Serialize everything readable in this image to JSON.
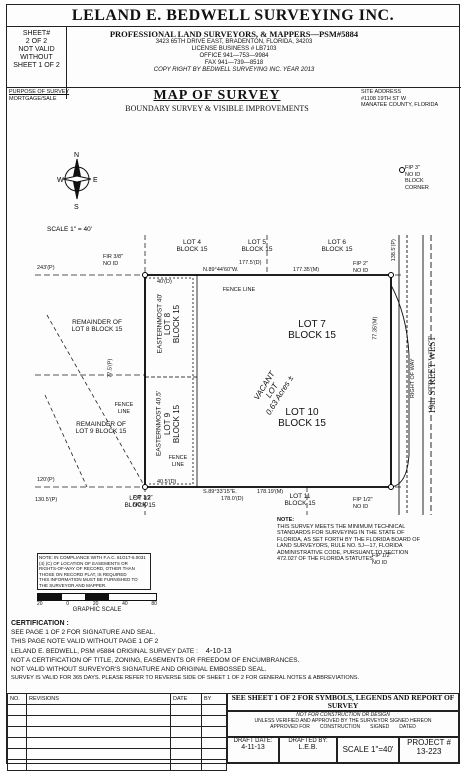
{
  "company": "LELAND E. BEDWELL SURVEYING INC.",
  "sheet_info": [
    "SHEET#",
    "2 OF 2",
    "NOT VALID",
    "WITHOUT",
    "SHEET 1 OF 2"
  ],
  "header": {
    "professional": "PROFESSIONAL LAND SURVEYORS, & MAPPERS—PSM#5884",
    "address": "3423 65TH DRIVE EAST, BRADENTON, FLORIDA, 34203",
    "license": "LICENSE BUSINESS # LB7103",
    "office": "OFFICE  941—753—9984",
    "fax": "FAX  941—739—8518",
    "copyright": "COPY RIGHT BY BEDWELL SURVEYING INC. YEAR 2013"
  },
  "purpose": [
    "PURPOSE OF SURVEY",
    "MORTGAGE/SALE"
  ],
  "title": "MAP OF SURVEY",
  "subtitle": "BOUNDARY SURVEY & VISIBLE IMPROVEMENTS",
  "site": [
    "SITE ADDRESS",
    "#1108 19TH ST W",
    "MANATEE COUNTY, FLORIDA"
  ],
  "compass": {
    "n": "N",
    "s": "S",
    "e": "E",
    "w": "W"
  },
  "scale_text": "SCALE  1\" = 40'",
  "map": {
    "lots": [
      {
        "key": "lot4",
        "l1": "LOT 4",
        "l2": "BLOCK 15"
      },
      {
        "key": "lot5",
        "l1": "LOT 5",
        "l2": "BLOCK 15"
      },
      {
        "key": "lot6",
        "l1": "LOT 6",
        "l2": "BLOCK 15"
      },
      {
        "key": "lot7",
        "l1": "LOT 7",
        "l2": "BLOCK 15"
      },
      {
        "key": "lot10",
        "l1": "LOT 10",
        "l2": "BLOCK 15"
      },
      {
        "key": "lot11",
        "l1": "LOT 11",
        "l2": "BLOCK 15"
      },
      {
        "key": "lot12",
        "l1": "LOT 12",
        "l2": "BLOCK 15"
      },
      {
        "key": "rem8",
        "l1": "REMAINDER OF",
        "l2": "LOT 8 BLOCK 15"
      },
      {
        "key": "rem9",
        "l1": "REMAINDER OF",
        "l2": "LOT 9 BLOCK 15"
      }
    ],
    "vacant": [
      "VACANT",
      "LOT",
      "0.63 Acres ±"
    ],
    "east_lot8": "EASTERNMOST 40'",
    "lot8": [
      "LOT 8",
      "BLOCK 15"
    ],
    "east_lot9": "EASTERNMOST 40.5'",
    "lot9": [
      "LOT 9",
      "BLOCK 15"
    ],
    "street": "19th STREET WEST",
    "row": "RIGHT OF WAY",
    "bearing_top": "N.89°44'60\"W.",
    "dist_top": "177.5'(D)",
    "dist_top_m": "177.35'(M)",
    "bearing_bottom": "S.89°33'15\"E.",
    "dist_bottom": "178.19'(M)",
    "dist_bottom_d": "178.0'(D)",
    "fence_line": "FENCE LINE",
    "fir_38": "FIR 3/8\"",
    "no_id": "NO ID",
    "fip_2": "FIP 2\"",
    "fip_12": "FIP 1/2\"",
    "dist_243": "243'(P)",
    "dist_120": "120'(P)",
    "dist_1305": "130.5'(P)",
    "dist_40": "40'(D)",
    "dist_405": "40.5'(D)",
    "dist_775": "77.5'(P)",
    "dist_7735": "77.35'(M)",
    "dist_1385": "138.5'(P)",
    "block_corner": [
      "FIP 3\"",
      "NO ID",
      "BLOCK",
      "CORNER"
    ],
    "recorded": [
      "NOTE:",
      "THIS SURVEY MEETS THE MINIMUM TECHNICAL",
      "STANDARDS FOR SURVEYING IN THE STATE OF",
      "FLORIDA, AS SET FORTH BY THE FLORIDA BOARD OF",
      "LAND SURVEYORS, RULE NO. 5J—17, FLORIDA",
      "ADMINISTRATIVE CODE, PURSUANT TO SECTION",
      "472.027 OF THE FLORIDA STATUTES."
    ]
  },
  "compliance": [
    "NOTE: IN COMPLIANCE WITH F.A.C. 61G17-6.0031",
    "(4) (C) OF LOCATION OF EASEMENTS OR",
    "RIGHTS-OF-WAY OF RECORD, OTHER THAN",
    "THOSE ON RECORD PLAT, IS REQUIRED",
    "THIS INFORMATION MUST BE FURNISHED TO",
    "THE SURVEYOR AND MAPPER."
  ],
  "graphic_scale": {
    "label": "GRAPHIC SCALE",
    "ticks": [
      "20",
      "0",
      "20",
      "40",
      "80"
    ]
  },
  "certification": {
    "heading": "CERTIFICATION :",
    "l1": "SEE PAGE 1 OF 2 FOR SIGNATURE AND SEAL.",
    "l2": "THIS PAGE NOTE VALID WITHOUT PAGE 1 OF 2",
    "signer": "LELAND E. BEDWELL, PSM #5884   ORIGINAL SURVEY DATE :",
    "survey_date": "4-10-13",
    "n1": "NOT A CERTIFICATION OF TITLE, ZONING, EASEMENTS OR FREEDOM OF ENCUMBRANCES.",
    "n2": "NOT VALID WITHOUT SURVEYOR'S SIGNATURE AND ORIGINAL EMBOSSED SEAL.",
    "n3": "SURVEY IS VALID FOR 365 DAYS. PLEASE REFER TO REVERSE SIDE OF SHEET 1 OF 2 FOR GENERAL NOTES & ABBREVIATIONS."
  },
  "revisions": {
    "num": "NO.",
    "rev": "REVISIONS",
    "date": "DATE",
    "by": "BY"
  },
  "see_sheet": "SEE SHEET 1 OF 2 FOR SYMBOLS, LEGENDS AND REPORT OF SURVEY",
  "construction": [
    "NOT FOR CONSTRUCTION OR DESIGN",
    "UNLESS VERIFIED AND APPROVED BY THE SURVEYOR SIGNED HEREON",
    "APPROVED FOR",
    "CONSTRUCTION",
    "SIGNED",
    "DATED"
  ],
  "draft_label": "DRAFT DATE:",
  "draft_date": "4-11-13",
  "drafted_label": "DRAFTED BY:",
  "drafted_by": "L.E.B.",
  "scale_box": "SCALE 1\"=40'",
  "project_label": "PROJECT #",
  "project_no": "13-223",
  "colors": {
    "ink": "#111111",
    "paper": "#fdfdfd"
  }
}
